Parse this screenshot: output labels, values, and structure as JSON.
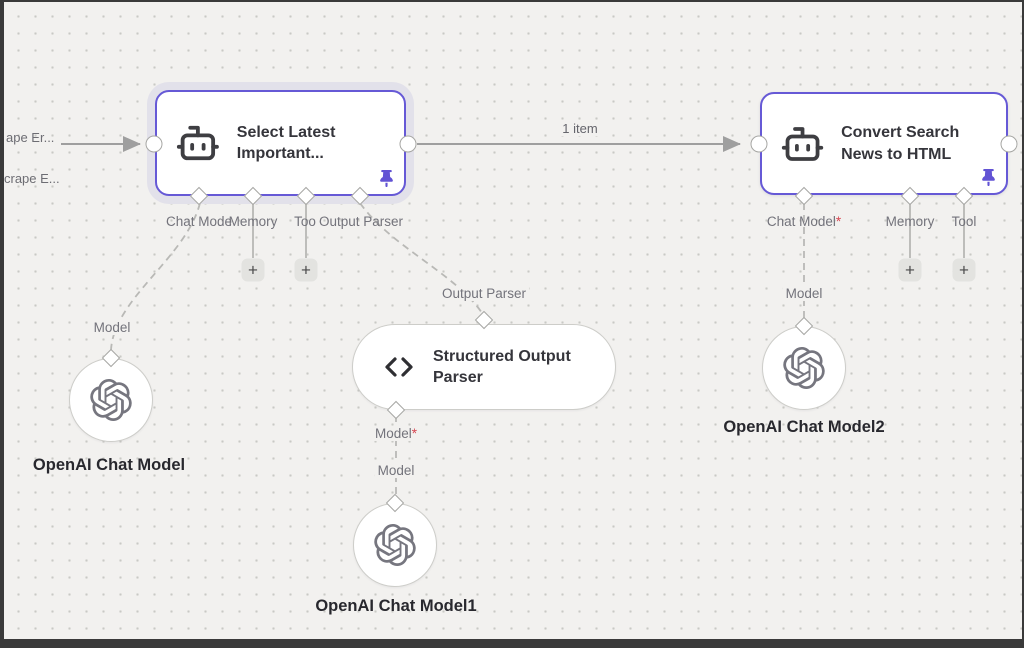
{
  "colors": {
    "accent_purple": "#6659D6",
    "pin_purple": "#6253D4",
    "required_red": "#D64550",
    "canvas_bg": "#F2F1EF",
    "edge_gray": "#9F9F9F"
  },
  "offscreen": {
    "label_top": "ape Er...",
    "label_bottom": "crape E..."
  },
  "edge": {
    "count_label": "1 item"
  },
  "agent1": {
    "title": "Select Latest Important...",
    "ports": [
      {
        "label": "Chat Mode"
      },
      {
        "label": "Memory",
        "add": "+"
      },
      {
        "label": "Too",
        "add": "+"
      },
      {
        "label": "Output Parser"
      }
    ]
  },
  "agent2": {
    "title": "Convert Search News to HTML",
    "ports": [
      {
        "label": "Chat Model",
        "required_mark": "*"
      },
      {
        "label": "Memory",
        "add": "+"
      },
      {
        "label": "Tool",
        "add": "+"
      }
    ]
  },
  "parser": {
    "title": "Structured Output Parser",
    "top_port_label": "Output Parser",
    "bottom_port_label": "Model",
    "required_mark": "*"
  },
  "models": {
    "left": {
      "name": "OpenAI Chat Model",
      "port_label": "Model"
    },
    "middle": {
      "name": "OpenAI Chat Model1",
      "port_label": "Model"
    },
    "right": {
      "name": "OpenAI Chat Model2",
      "port_label": "Model"
    }
  }
}
